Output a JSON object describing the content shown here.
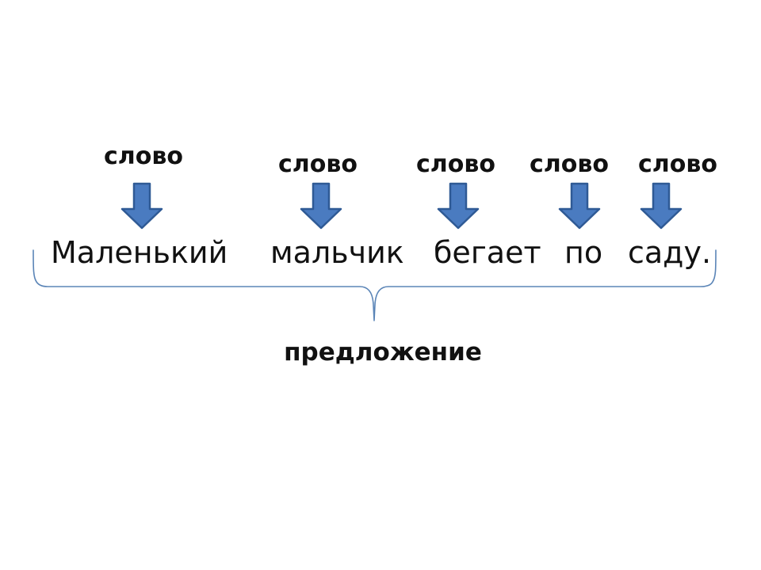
{
  "word_labels": [
    "слово",
    "слово",
    "слово",
    "слово",
    "слово"
  ],
  "sentence": {
    "words": [
      "Маленький",
      "мальчик",
      "бегает",
      "по",
      "саду."
    ]
  },
  "sentence_label": "предложение",
  "colors": {
    "arrow_fill": "#4a7bc0",
    "arrow_stroke": "#2f5a95",
    "brace_stroke": "#5b85b7",
    "text": "#111111"
  },
  "icons": {
    "arrow": "down-arrow-icon",
    "brace": "curly-brace-icon"
  }
}
